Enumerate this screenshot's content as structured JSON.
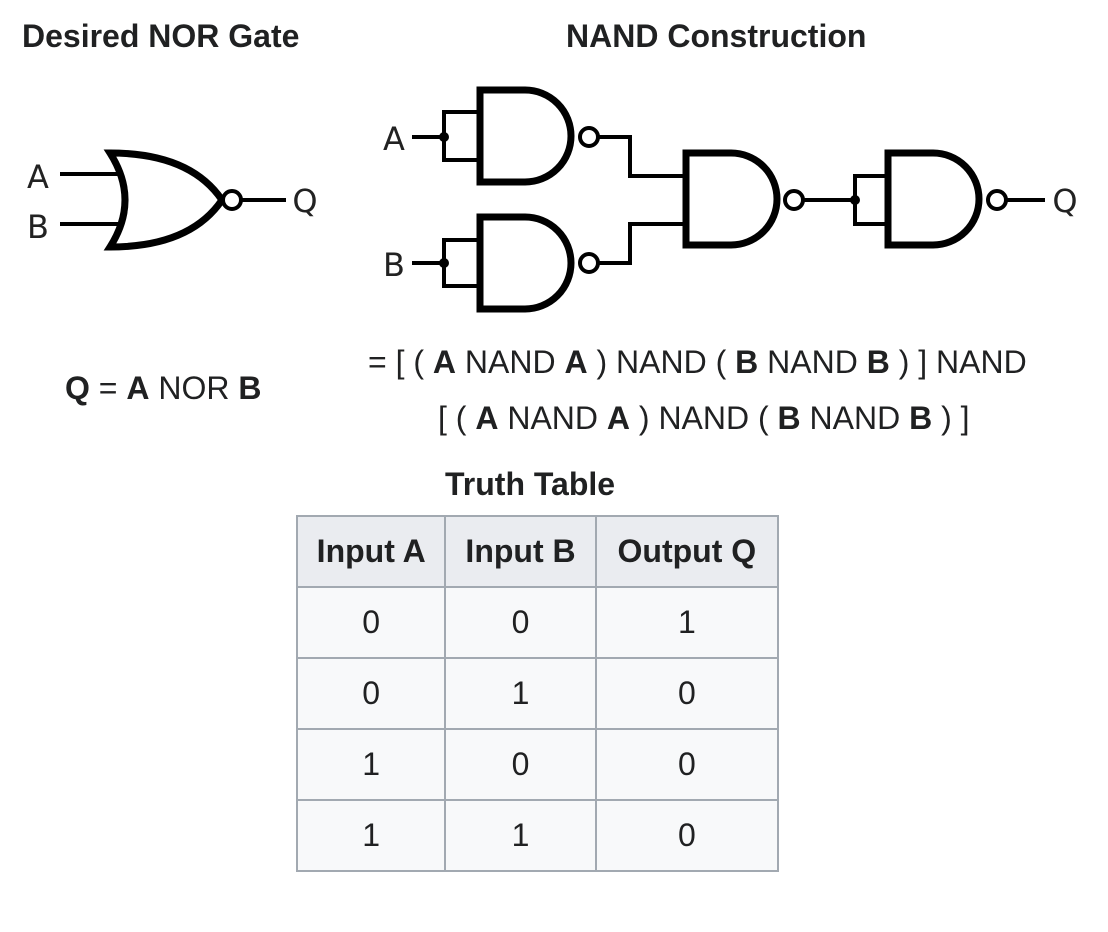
{
  "nor_section": {
    "title": "Desired NOR Gate",
    "input_a_label": "A",
    "input_b_label": "B",
    "output_label": "Q",
    "expression": {
      "output": "Q",
      "eq": " = ",
      "a": "A",
      "op": " NOR ",
      "b": "B"
    }
  },
  "nand_section": {
    "title": "NAND Construction",
    "input_a_label": "A",
    "input_b_label": "B",
    "output_label": "Q",
    "expression_line1": {
      "t1": "= [ ( ",
      "a1": "A",
      "t2": " NAND ",
      "a2": "A",
      "t3": " ) NAND ( ",
      "b1": "B",
      "t4": " NAND ",
      "b2": "B",
      "t5": " ) ] NAND"
    },
    "expression_line2": {
      "t1": "[ ( ",
      "a1": "A",
      "t2": " NAND ",
      "a2": "A",
      "t3": " ) NAND ( ",
      "b1": "B",
      "t4": " NAND ",
      "b2": "B",
      "t5": " ) ]"
    }
  },
  "truth_table": {
    "title": "Truth Table",
    "headers": [
      "Input A",
      "Input B",
      "Output Q"
    ],
    "rows": [
      [
        "0",
        "0",
        "1"
      ],
      [
        "0",
        "1",
        "0"
      ],
      [
        "1",
        "0",
        "0"
      ],
      [
        "1",
        "1",
        "0"
      ]
    ]
  }
}
